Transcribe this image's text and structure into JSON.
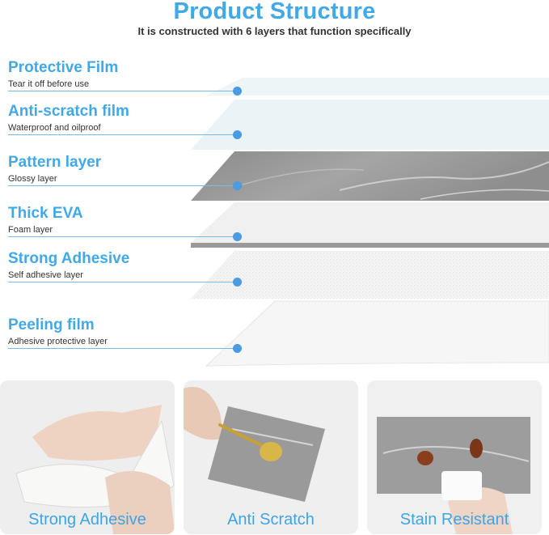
{
  "header": {
    "title": "Product Structure",
    "subtitle": "It is constructed with 6 layers that function specifically"
  },
  "layers": [
    {
      "name": "Protective Film",
      "desc": "Tear it off before use"
    },
    {
      "name": "Anti-scratch film",
      "desc": "Waterproof and oilproof"
    },
    {
      "name": "Pattern layer",
      "desc": "Glossy layer"
    },
    {
      "name": "Thick EVA",
      "desc": "Foam layer"
    },
    {
      "name": "Strong Adhesive",
      "desc": "Self adhesive layer"
    },
    {
      "name": "Peeling film",
      "desc": "Adhesive protective layer"
    }
  ],
  "features": [
    {
      "label": "Strong Adhesive"
    },
    {
      "label": "Anti Scratch"
    },
    {
      "label": "Stain Resistant"
    }
  ],
  "colors": {
    "accent": "#41a9e8",
    "dot": "#4a9be0",
    "text": "#333333"
  }
}
